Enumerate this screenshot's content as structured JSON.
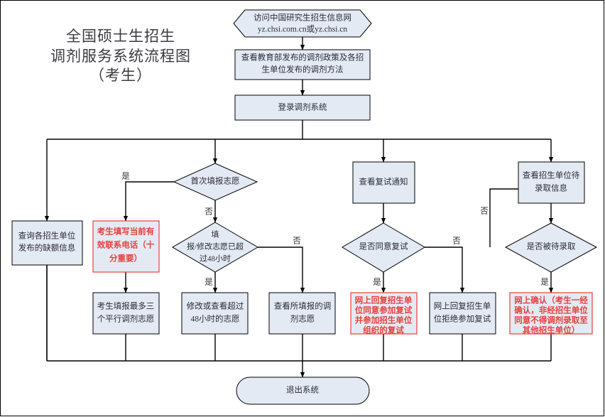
{
  "diagram": {
    "title_lines": [
      "全国硕士生招生",
      "调剂服务系统流程图",
      "（考生）"
    ],
    "title_text": "全国硕士生招生\n调剂服务系统流程图\n（考生）",
    "colors": {
      "node_fill": "#e4eaf4",
      "node_stroke": "#000000",
      "alert_text": "#e8403a",
      "alert_stroke": "#e8403a",
      "text": "#2b2b33",
      "background": "#ffffff"
    },
    "nodes": {
      "visit_site": {
        "shape": "hexagon",
        "lines": [
          "访问中国研究生招生信息网",
          "yz.chsi.com.cn或yz.chsi.cn"
        ]
      },
      "read_policy": {
        "shape": "process",
        "lines": [
          "查看教育部发布的调剂政策及各招",
          "生单位发布的调剂方法"
        ]
      },
      "login": {
        "shape": "process",
        "lines": [
          "登录调剂系统"
        ]
      },
      "first_fill_decision": {
        "shape": "decision",
        "lines": [
          "首次填报志愿"
        ]
      },
      "query_vacancy": {
        "shape": "process",
        "lines": [
          "查询各招生单位",
          "发布的缺额信息"
        ]
      },
      "fill_phone": {
        "shape": "process-alert",
        "lines": [
          "考生填写当前有",
          "效联系电话（十",
          "分重要）"
        ]
      },
      "over48_decision": {
        "shape": "decision",
        "lines": [
          "填",
          "报/修改志愿已超",
          "过48小时"
        ]
      },
      "fill_three": {
        "shape": "process",
        "lines": [
          "考生填报最多三",
          "个平行调剂志愿"
        ]
      },
      "modify_after48": {
        "shape": "process",
        "lines": [
          "修改或查看超过",
          "48小时的志愿"
        ]
      },
      "view_filled": {
        "shape": "process",
        "lines": [
          "查看所填报的调",
          "剂志愿"
        ]
      },
      "retest_notice": {
        "shape": "process",
        "lines": [
          "查看复试通知"
        ]
      },
      "agree_retest_decision": {
        "shape": "decision",
        "lines": [
          "是否同意复试"
        ]
      },
      "reply_agree": {
        "shape": "process-alert",
        "lines": [
          "网上回复招生单",
          "位同意参加复试",
          "并参加招生单位",
          "组织的复试"
        ]
      },
      "reply_refuse": {
        "shape": "process",
        "lines": [
          "网上回复招生单",
          "位拒绝参加复试"
        ]
      },
      "view_pending": {
        "shape": "process",
        "lines": [
          "查看招生单位待",
          "录取信息"
        ]
      },
      "pending_decision": {
        "shape": "decision",
        "lines": [
          "是否被待录取"
        ]
      },
      "online_confirm": {
        "shape": "process-alert",
        "lines": [
          "网上确认（考生一经",
          "确认，非经招生单位",
          "同意不得调剂录取至",
          "其他招生单位）"
        ]
      },
      "exit": {
        "shape": "terminator",
        "lines": [
          "退出系统"
        ]
      }
    },
    "edge_labels": {
      "first_fill_yes": "是",
      "first_fill_no": "否",
      "over48_no": "否",
      "over48_yes": "是",
      "agree_retest_yes": "是",
      "agree_retest_no": "否",
      "pending_yes": "是",
      "pending_no": "否"
    }
  }
}
